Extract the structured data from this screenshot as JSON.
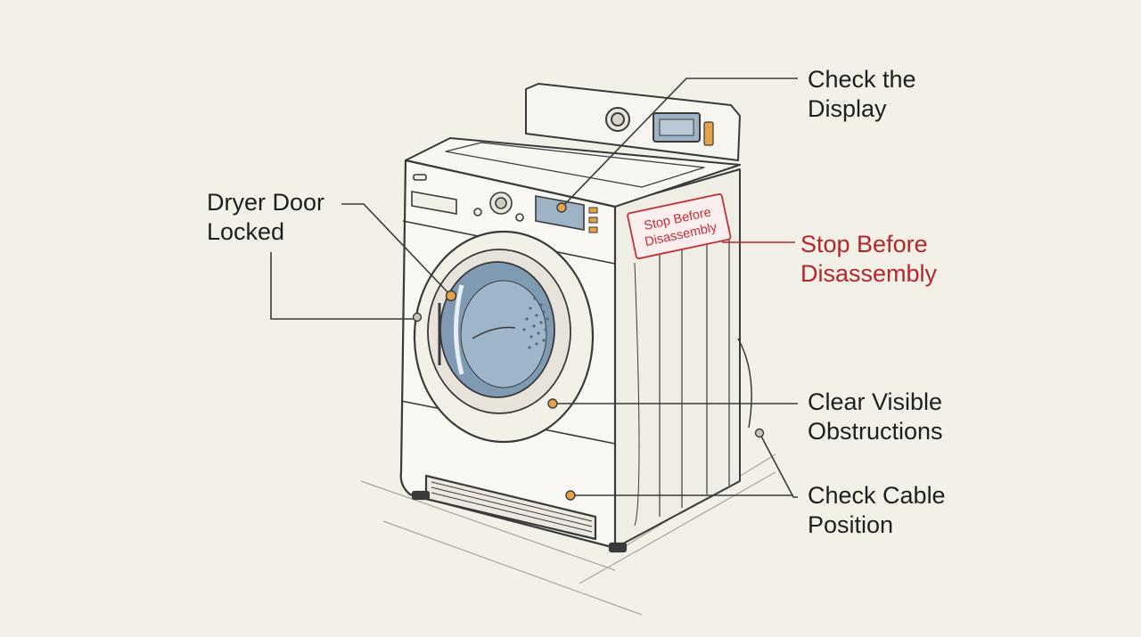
{
  "labels": {
    "check_display": [
      "Check the",
      "Display"
    ],
    "dryer_door_locked": [
      "Dryer Door",
      "Locked"
    ],
    "stop_before_disassembly": [
      "Stop Before",
      "Disassembly"
    ],
    "clear_visible_obstructions": [
      "Clear Visible",
      "Obstructions"
    ],
    "check_cable_position": [
      "Check Cable",
      "Position"
    ]
  },
  "sticker": [
    "Stop Before",
    "Disassembly"
  ],
  "colors": {
    "background": "#f3f0e8",
    "line": "#3a3a3a",
    "warning": "#b3262b",
    "marker": "#e3a24b",
    "drum_glass": "#7f9bb4"
  }
}
